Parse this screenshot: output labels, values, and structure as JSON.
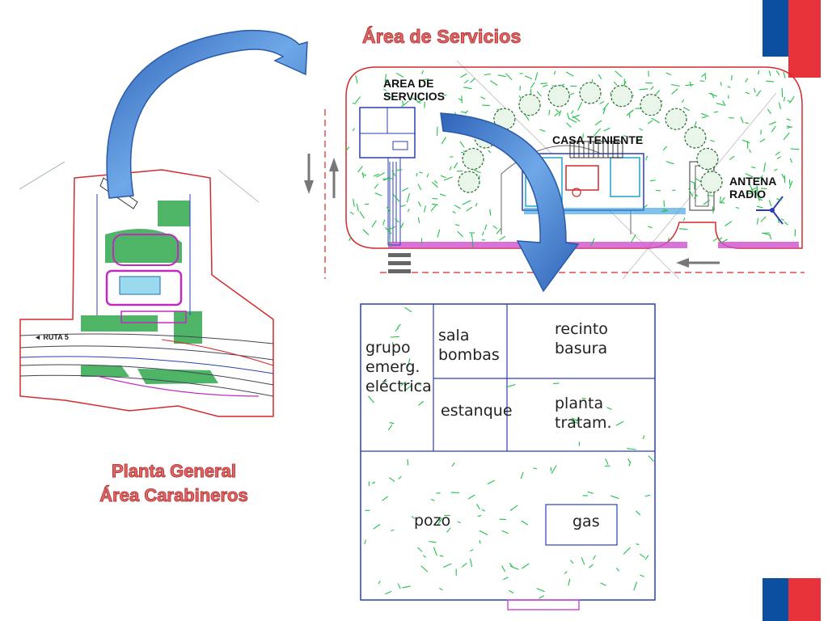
{
  "slide": {
    "title_top": "Área de Servicios",
    "title_main_line1": "Planta General",
    "title_main_line2": "Área Carabineros"
  },
  "general_plan": {
    "road_label": "◄ RUTA 5"
  },
  "service_plan": {
    "area_label_line1": "AREA DE",
    "area_label_line2": "SERVICIOS",
    "house_label": "CASA TENIENTE",
    "antenna_label_line1": "ANTENA",
    "antenna_label_line2": "RADIO"
  },
  "detail_plan": {
    "rooms": {
      "grupo": [
        "grupo",
        "emerg.",
        "eléctrica"
      ],
      "sala": [
        "sala",
        "bombas"
      ],
      "recinto": [
        "recinto",
        "basura"
      ],
      "estanque": "estanque",
      "planta": [
        "planta",
        "tratam."
      ],
      "pozo": "pozo",
      "gas": "gas"
    }
  },
  "colors": {
    "flag_blue": "#0a4fa0",
    "flag_red": "#e8323a",
    "plan_boundary": "#d42a2a",
    "plan_lines": "#2b3fb3",
    "hatch_green": "#22c04a",
    "arrow_blue": "#3a7fd0"
  }
}
